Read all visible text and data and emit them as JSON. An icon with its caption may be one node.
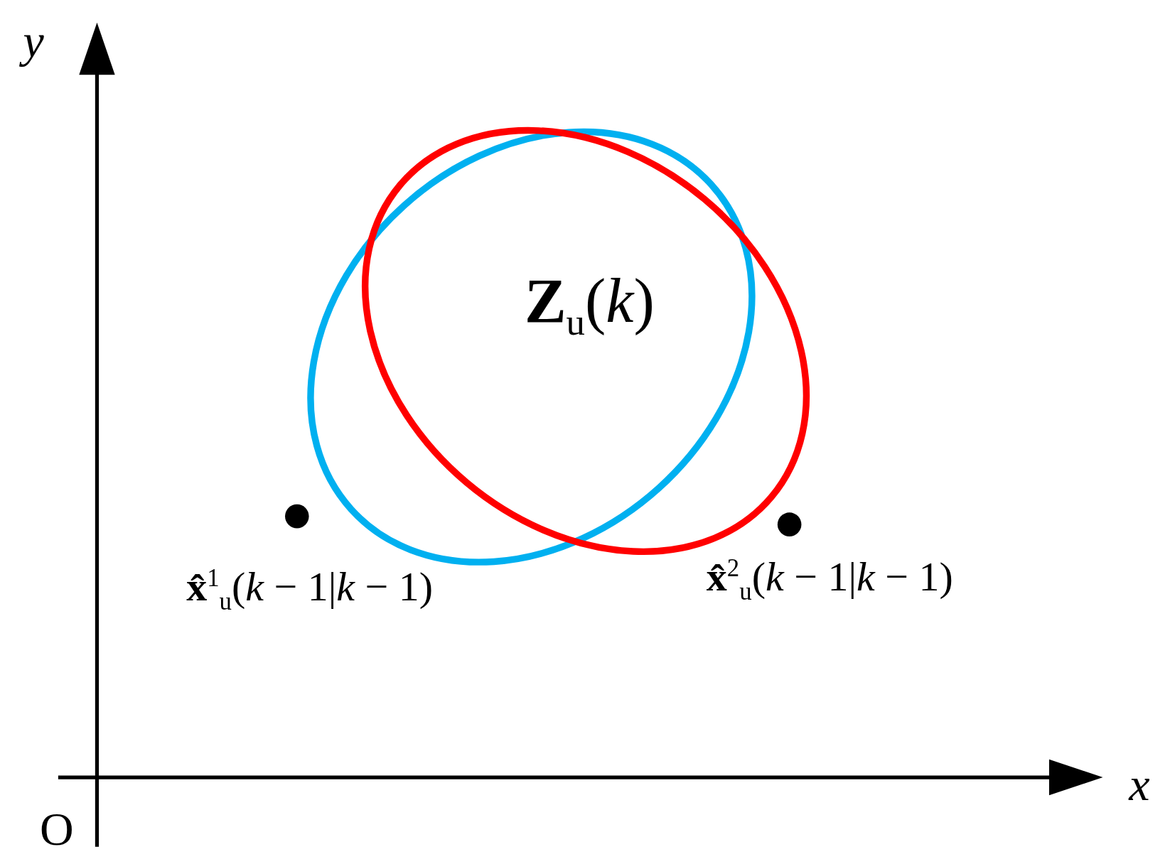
{
  "diagram": {
    "labels": [
      "y",
      "**Z**$_{u}$(*k*)",
      "**x̂**$^{1}$$_{u}$(*k* − 1|*k* − 1)",
      "**x̂**$^{2}$$_{u}$(*k* − 1|*k* − 1)",
      "x",
      "O"
    ]
  }
}
